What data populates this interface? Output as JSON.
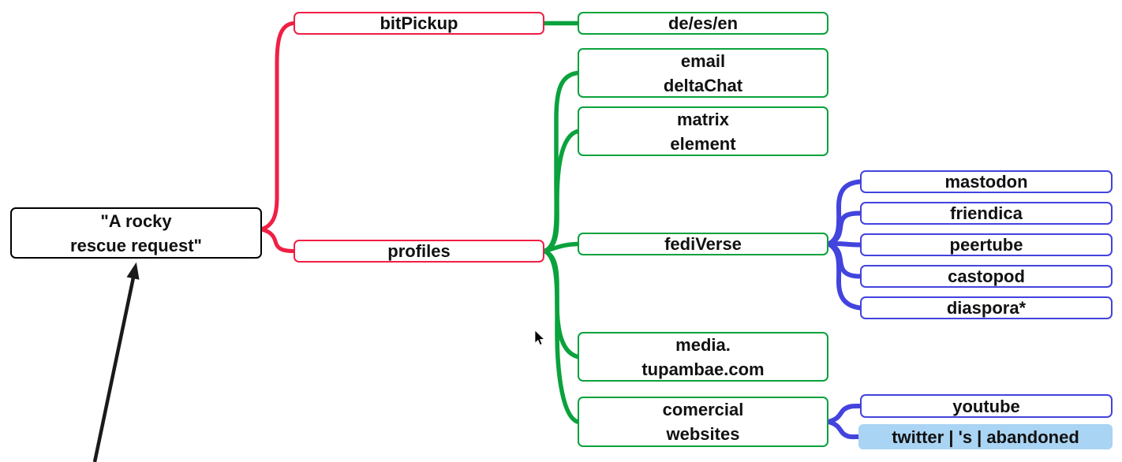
{
  "colors": {
    "edge_red": "#f01f44",
    "edge_green": "#0aa23c",
    "edge_blue": "#4343de",
    "root_border": "#000000",
    "selected_fill": "#aad4f3",
    "arrow": "#1a1a1a",
    "text": "#111111"
  },
  "nodes": {
    "root": {
      "label": "\"A rocky\nrescue request\""
    },
    "bitpickup": {
      "label": "bitPickup"
    },
    "languages": {
      "label": "de/es/en"
    },
    "email": {
      "label": "email\ndeltaChat"
    },
    "matrix": {
      "label": "matrix\nelement"
    },
    "profiles": {
      "label": "profiles"
    },
    "fediverse": {
      "label": "fediVerse"
    },
    "media": {
      "label": "media.\ntupambae.com"
    },
    "comercial": {
      "label": "comercial\nwebsites"
    },
    "mastodon": {
      "label": "mastodon"
    },
    "friendica": {
      "label": "friendica"
    },
    "peertube": {
      "label": "peertube"
    },
    "castopod": {
      "label": "castopod"
    },
    "diaspora": {
      "label": "diaspora*"
    },
    "youtube": {
      "label": "youtube"
    },
    "twitter": {
      "label": "twitter | 's | abandoned"
    }
  }
}
